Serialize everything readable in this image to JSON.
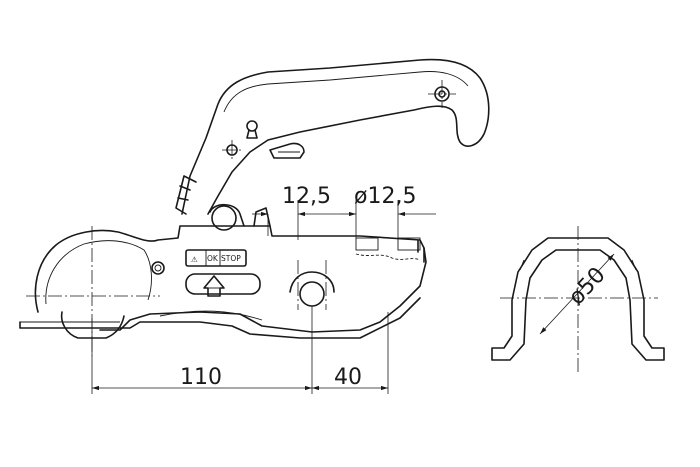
{
  "dimensions": {
    "pin_offset": "12,5",
    "pin_diameter": "ø12,5",
    "length_ball_to_pin": "110",
    "length_pin_to_end": "40",
    "section_diameter": "ø50"
  },
  "indicator": {
    "warning_symbol": "⚠",
    "ok_label": "OK",
    "stop_label": "STOP"
  },
  "icons": {
    "arrow": "up-arrow-icon",
    "warning": "warning-triangle-icon"
  }
}
